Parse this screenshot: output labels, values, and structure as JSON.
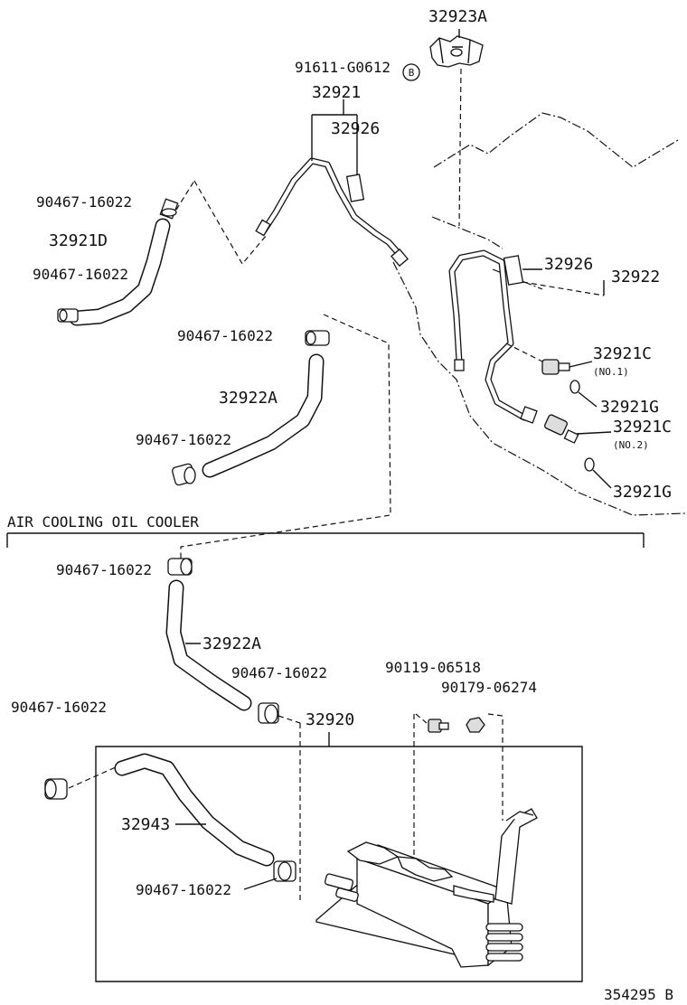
{
  "section_title": "AIR COOLING OIL COOLER",
  "drawing_number": "354295 B",
  "circle_marker": "B",
  "labels": {
    "p32923A": "32923A",
    "p91611": "91611-G0612",
    "p32921": "32921",
    "p32926a": "32926",
    "p90467_a": "90467-16022",
    "p32921D": "32921D",
    "p90467_b": "90467-16022",
    "p32926b": "32926",
    "p32922": "32922",
    "p90467_c": "90467-16022",
    "p32921C_1": "32921C",
    "no1": "(NO.1)",
    "p32922A_top": "32922A",
    "p32921G_1": "32921G",
    "p32921C_2": "32921C",
    "no2": "(NO.2)",
    "p90467_d": "90467-16022",
    "p32921G_2": "32921G",
    "p90467_e": "90467-16022",
    "p32922A_bottom": "32922A",
    "p90467_f": "90467-16022",
    "p90119": "90119-06518",
    "p90179": "90179-06274",
    "p90467_g": "90467-16022",
    "p32920": "32920",
    "p32943": "32943",
    "p90467_h": "90467-16022"
  }
}
